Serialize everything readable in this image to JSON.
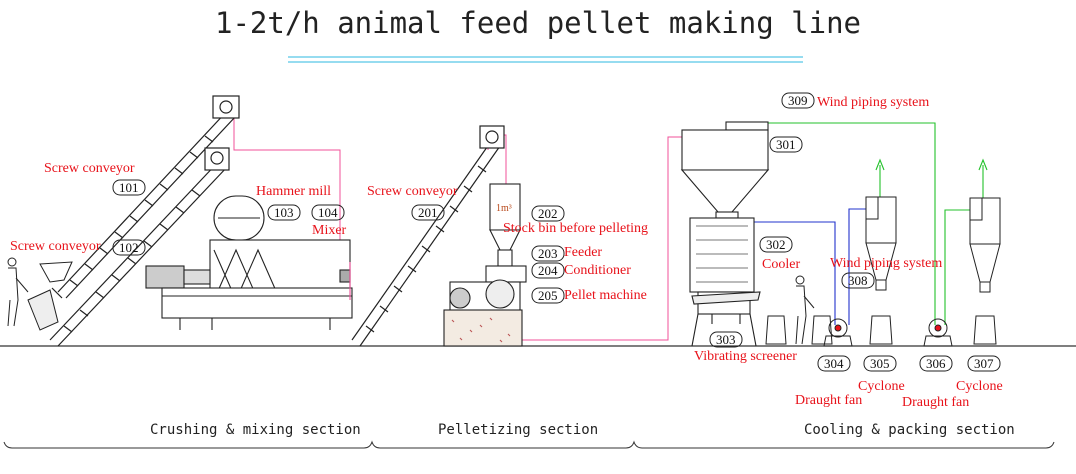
{
  "title": "1-2t/h animal feed pellet making line",
  "labels": {
    "screw_conveyor_1": "Screw conveyor",
    "screw_conveyor_2": "Screw conveyor",
    "screw_conveyor_3": "Screw conveyor",
    "hammer_mill": "Hammer mill",
    "mixer": "Mixer",
    "stock_bin": "Stock bin before pelleting",
    "feeder": "Feeder",
    "conditioner": "Conditioner",
    "pellet_machine": "Pellet machine",
    "cooler": "Cooler",
    "vibrating_screener": "Vibrating screener",
    "wind_piping_1": "Wind piping system",
    "wind_piping_2": "Wind piping system",
    "draught_fan_1": "Draught fan",
    "draught_fan_2": "Draught fan",
    "cyclone_1": "Cyclone",
    "cyclone_2": "Cyclone",
    "bin_volume": "1m³"
  },
  "numbers": {
    "n101": "101",
    "n102": "102",
    "n103": "103",
    "n104": "104",
    "n201": "201",
    "n202": "202",
    "n203": "203",
    "n204": "204",
    "n205": "205",
    "n301": "301",
    "n302": "302",
    "n303": "303",
    "n304": "304",
    "n305": "305",
    "n306": "306",
    "n307": "307",
    "n308": "308",
    "n309": "309"
  },
  "sections": {
    "crushing": "Crushing & mixing section",
    "pelletizing": "Pelletizing section",
    "cooling": "Cooling & packing section"
  },
  "colors": {
    "label": "#e8121a",
    "pipe_pink": "#f0509a",
    "pipe_green": "#23c12b",
    "pipe_blue": "#2233cc",
    "title_rule": "#58c6e6"
  }
}
